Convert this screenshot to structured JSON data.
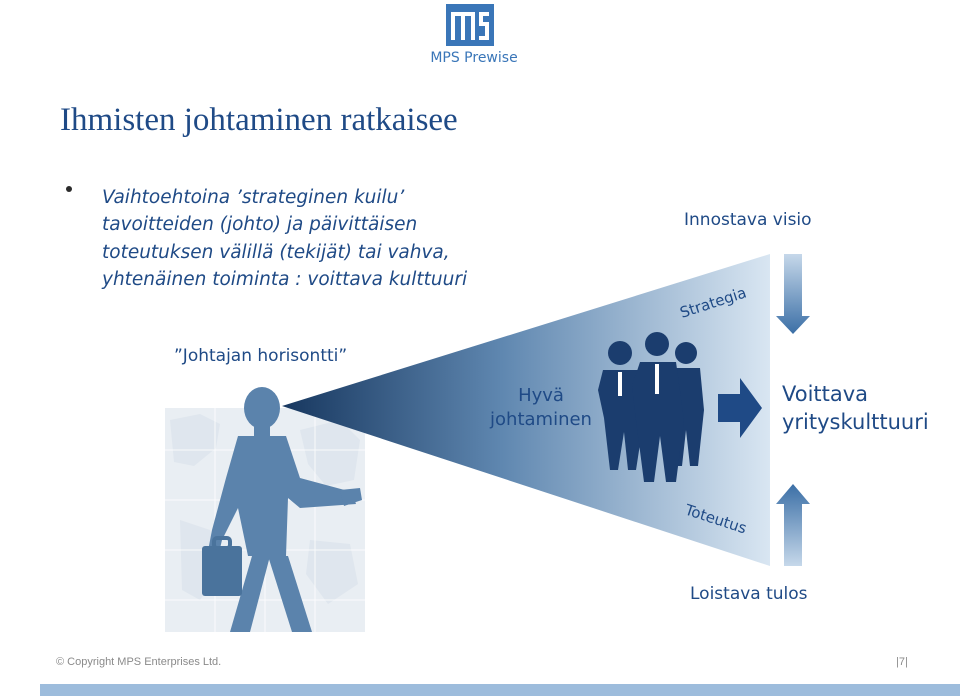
{
  "logo": {
    "text": "MPS Prewise"
  },
  "title": "Ihmisten johtaminen ratkaisee",
  "bullet": {
    "lines": [
      "Vaihtoehtoina ’strateginen kuilu’",
      "tavoitteiden (johto) ja päivittäisen",
      "toteutuksen välillä (tekijät)  tai vahva,",
      "yhtenäinen toiminta : voittava kulttuuri"
    ]
  },
  "diagram": {
    "horizon": "”Johtajan horisontti”",
    "vision": "Innostava visio",
    "strategy": "Strategia",
    "execution": "Toteutus",
    "good_leadership": [
      "Hyvä",
      "johtaminen"
    ],
    "winning_culture": [
      "Voittava",
      "yrityskulttuuri"
    ],
    "result": "Loistava tulos"
  },
  "footer": {
    "copyright": "© Copyright MPS Enterprises Ltd.",
    "page": "|7|"
  },
  "colors": {
    "title_blue": "#1f4a86",
    "silhouette_blue": "#5b83ac",
    "team_navy": "#1b3d6e",
    "footer_bar": "#9dbcdc"
  }
}
